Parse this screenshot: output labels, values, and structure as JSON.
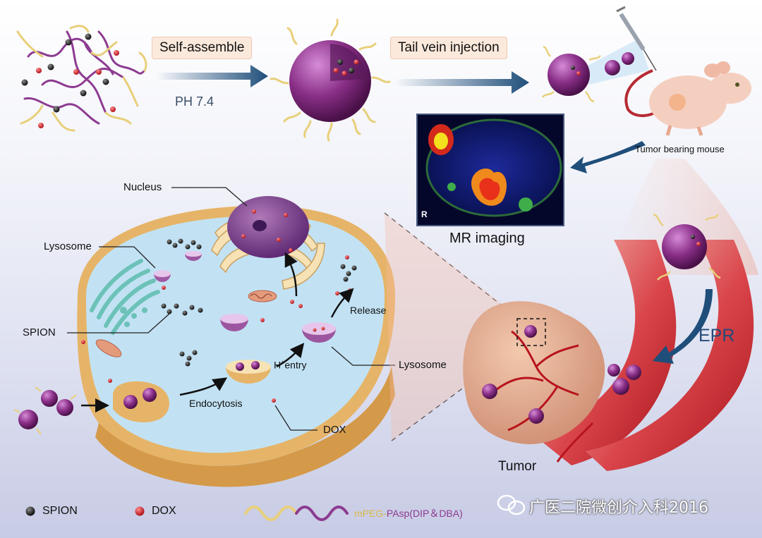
{
  "steps": {
    "self_assemble": "Self-assemble",
    "ph": "PH 7.4",
    "tail_vein": "Tail vein injection"
  },
  "mouse": {
    "label": "Tumor bearing mouse"
  },
  "mri": {
    "label": "MR imaging",
    "marker": "R"
  },
  "cell": {
    "nucleus": "Nucleus",
    "lysosome_left": "Lysosome",
    "spion": "SPION",
    "release": "Release",
    "h_entry_h": "H",
    "h_entry_sup": "+",
    "h_entry_rest": "entry",
    "lysosome_right": "Lysosome",
    "endocytosis": "Endocytosis",
    "dox": "DOX"
  },
  "tumor": {
    "label": "Tumor",
    "epr": "EPR"
  },
  "legend": {
    "spion": "SPION",
    "dox": "DOX",
    "polymer_mpeg": "mPEG-",
    "polymer_pasp": "PAsp(DIP＆DBA)"
  },
  "watermark": "广医二院微创介入科2016",
  "colors": {
    "micelle": "#8a2f88",
    "peg": "#e8cf7a",
    "pasp": "#8d3b91",
    "spion": "#1b1b1b",
    "dox": "#d6303a",
    "cytoplasm": "#c2e2f4",
    "membrane": "#e6b468",
    "vessel": "#c8242a",
    "arrow": "#1f4e7a"
  }
}
